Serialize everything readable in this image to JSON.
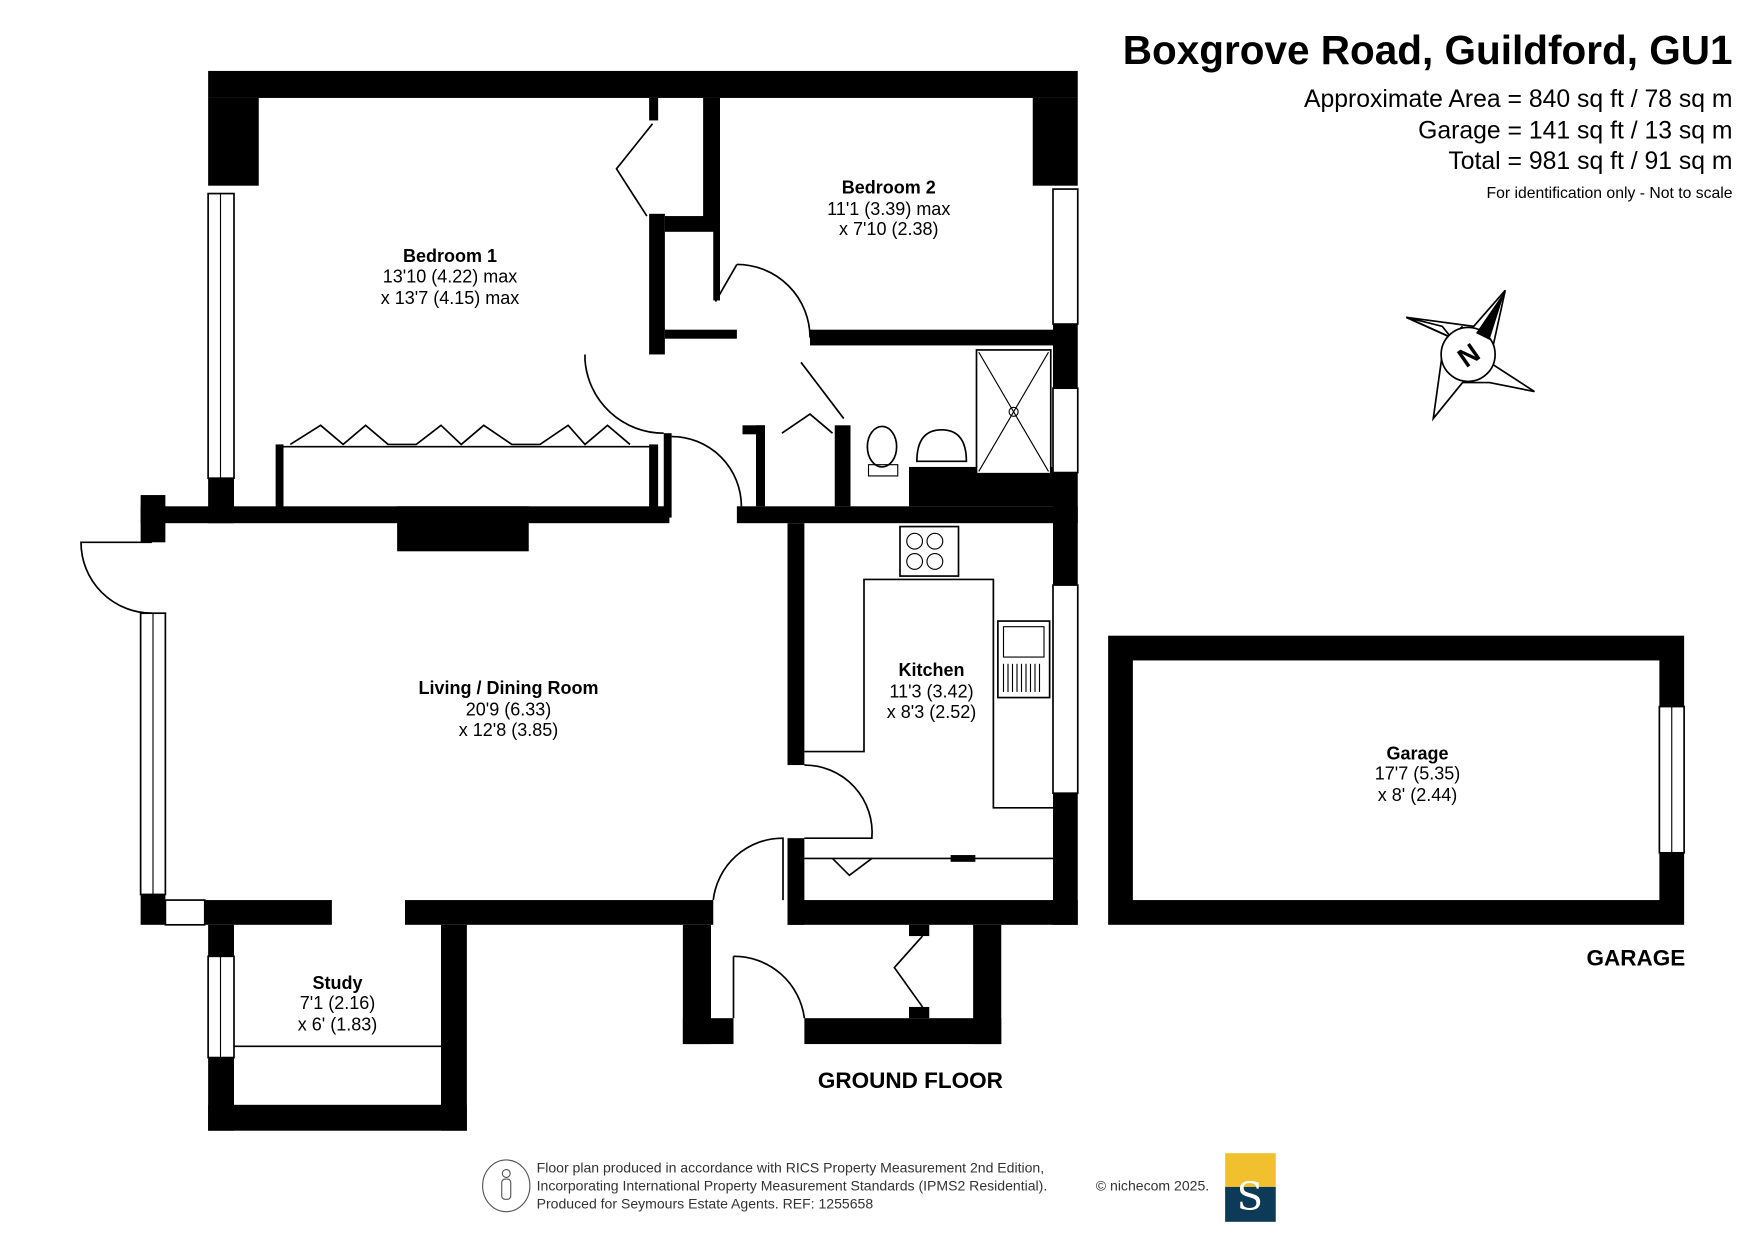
{
  "header": {
    "title": "Boxgrove Road, Guildford, GU1",
    "areas": [
      "Approximate Area = 840 sq ft / 78 sq m",
      "Garage = 141 sq ft / 13 sq m",
      "Total = 981 sq ft / 91 sq m"
    ],
    "note": "For identification only - Not to scale"
  },
  "compass": {
    "label": "N"
  },
  "rooms": {
    "bedroom1": {
      "name": "Bedroom 1",
      "dim1": "13'10 (4.22) max",
      "dim2": "x 13'7 (4.15) max"
    },
    "bedroom2": {
      "name": "Bedroom 2",
      "dim1": "11'1 (3.39) max",
      "dim2": "x 7'10 (2.38)"
    },
    "living": {
      "name": "Living / Dining Room",
      "dim1": "20'9 (6.33)",
      "dim2": "x 12'8 (3.85)"
    },
    "kitchen": {
      "name": "Kitchen",
      "dim1": "11'3 (3.42)",
      "dim2": "x 8'3 (2.52)"
    },
    "study": {
      "name": "Study",
      "dim1": "7'1 (2.16)",
      "dim2": "x 6' (1.83)"
    },
    "garage": {
      "name": "Garage",
      "dim1": "17'7 (5.35)",
      "dim2": "x 8' (2.44)"
    }
  },
  "floor_labels": {
    "ground": "GROUND FLOOR",
    "garage": "GARAGE"
  },
  "footer": {
    "lines": [
      "Floor plan produced in accordance with RICS Property Measurement 2nd Edition,",
      "Incorporating International Property Measurement Standards (IPMS2 Residential).",
      "Produced for Seymours Estate Agents.   REF: 1255658"
    ],
    "copyright": "© nichecom 2025.",
    "logo_letter": "S",
    "logo_colors": {
      "top": "#F0C02E",
      "bottom": "#0D3B57"
    }
  }
}
